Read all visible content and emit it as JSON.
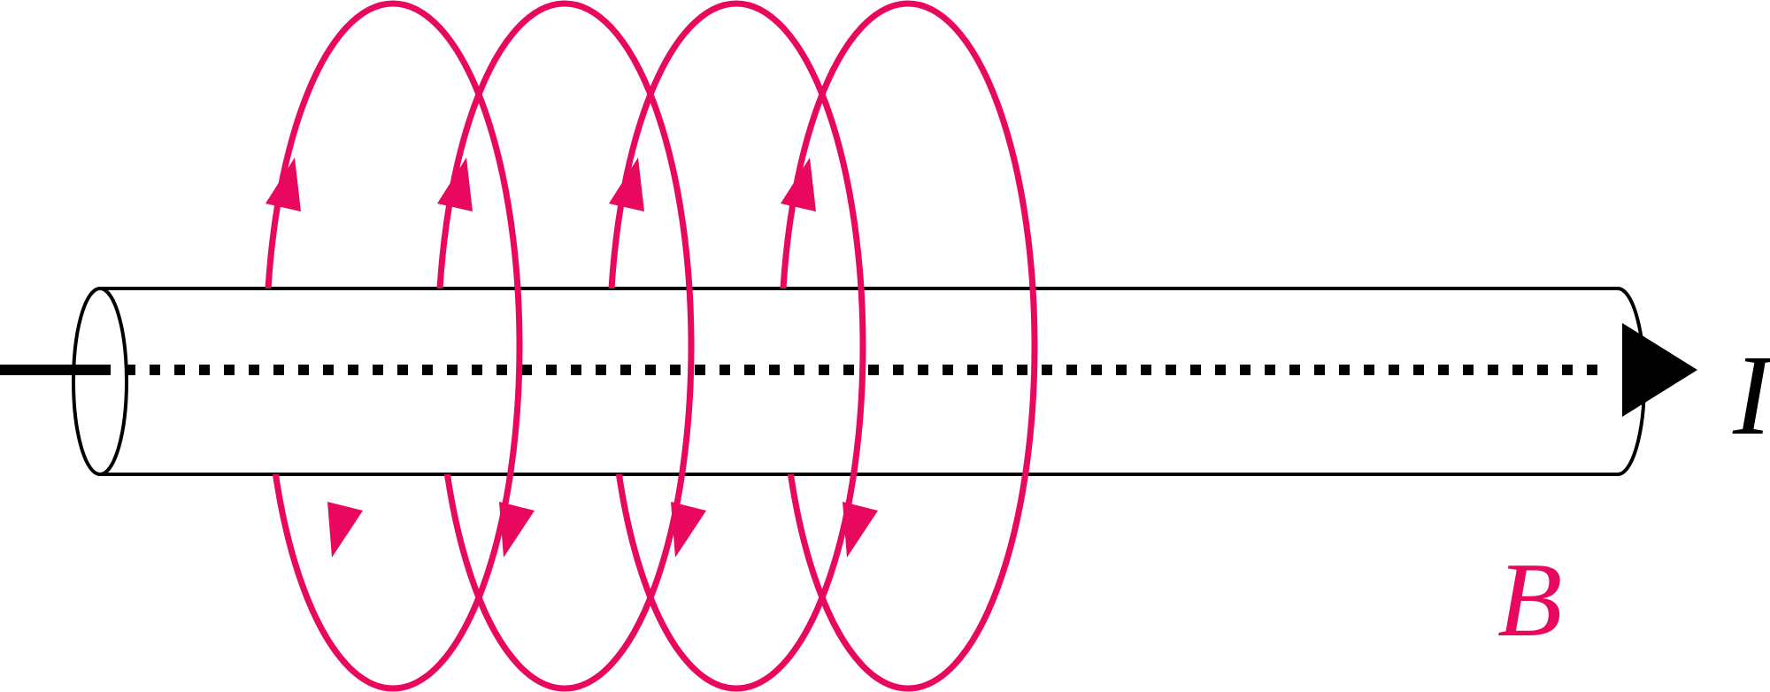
{
  "labels": {
    "current": "I",
    "field": "B"
  },
  "colors": {
    "field": "#e8085e",
    "wire": "#000000"
  },
  "loop_count": 4
}
